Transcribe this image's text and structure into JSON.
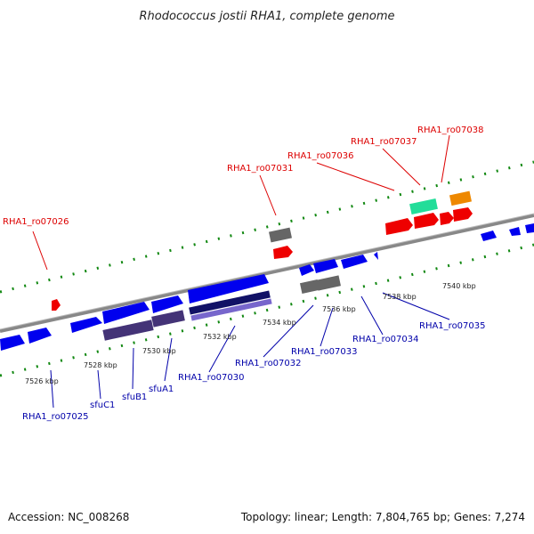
{
  "title": "Rhodococcus jostii RHA1, complete genome",
  "footer": {
    "accession": "Accession: NC_008268",
    "summary": "Topology: linear; Length: 7,804,765 bp; Genes: 7,274"
  },
  "colors": {
    "background": "#ffffff",
    "strand_forward": "#0000ee",
    "strand_reverse": "#0000ee",
    "highlight_red": "#ee0000",
    "gray_gene": "#666666",
    "purple_gene": "#443377",
    "teal_gene": "#22dd99",
    "orange_gene": "#ee8800",
    "red_label": "#dd0000",
    "blue_label": "#0000aa",
    "backbone": "#888888",
    "dots": "#118811"
  },
  "tick_labels": [
    "7526 kbp",
    "7528 kbp",
    "7530 kbp",
    "7532 kbp",
    "7534 kbp",
    "7536 kbp",
    "7538 kbp",
    "7540 kbp"
  ],
  "red_labels": [
    "RHA1_ro07026",
    "RHA1_ro07031",
    "RHA1_ro07036",
    "RHA1_ro07037",
    "RHA1_ro07038"
  ],
  "blue_labels": [
    "RHA1_ro07025",
    "sfuC1",
    "sfuB1",
    "sfuA1",
    "RHA1_ro07030",
    "RHA1_ro07032",
    "RHA1_ro07033",
    "RHA1_ro07034",
    "RHA1_ro07035"
  ]
}
